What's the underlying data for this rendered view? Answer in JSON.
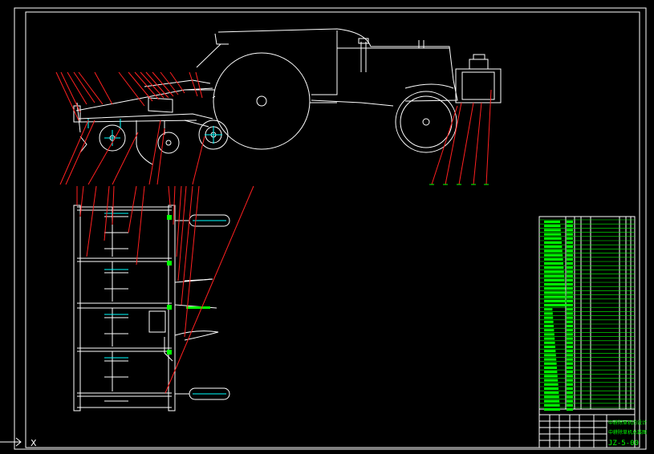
{
  "drawing": {
    "number": "JZ-5-00",
    "title_line_1": "中耕除草机的设计",
    "title_line_2": "中耕除草机总装图"
  },
  "ucs_axis_label": "X",
  "colors": {
    "background": "#000000",
    "linework": "#ffffff",
    "leaders": "#ff2020",
    "title_block": "#00ff00",
    "hidden_parts": "#00ffff"
  }
}
